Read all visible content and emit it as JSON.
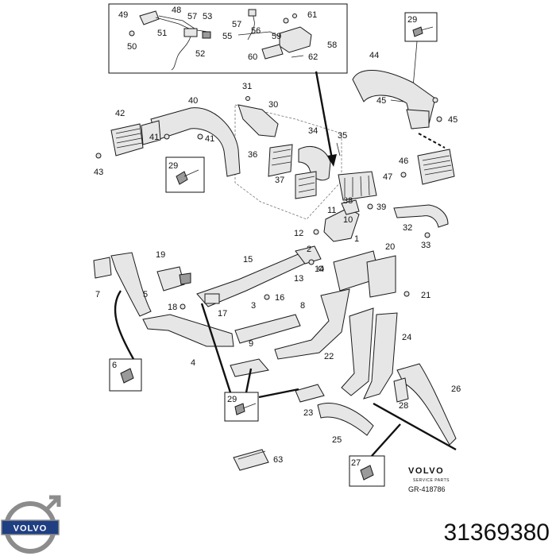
{
  "callouts": [
    {
      "id": "c49",
      "text": "49"
    },
    {
      "id": "c48",
      "text": "48"
    },
    {
      "id": "c57a",
      "text": "57"
    },
    {
      "id": "c53",
      "text": "53"
    },
    {
      "id": "c51",
      "text": "51"
    },
    {
      "id": "c50",
      "text": "50"
    },
    {
      "id": "c52",
      "text": "52"
    },
    {
      "id": "c57b",
      "text": "57"
    },
    {
      "id": "c56",
      "text": "56"
    },
    {
      "id": "c55",
      "text": "55"
    },
    {
      "id": "c59",
      "text": "59"
    },
    {
      "id": "c61",
      "text": "61"
    },
    {
      "id": "c58",
      "text": "58"
    },
    {
      "id": "c60",
      "text": "60"
    },
    {
      "id": "c62",
      "text": "62"
    },
    {
      "id": "c29a",
      "text": "29"
    },
    {
      "id": "c44",
      "text": "44"
    },
    {
      "id": "c45a",
      "text": "45"
    },
    {
      "id": "c45b",
      "text": "45"
    },
    {
      "id": "c31",
      "text": "31"
    },
    {
      "id": "c30",
      "text": "30"
    },
    {
      "id": "c42",
      "text": "42"
    },
    {
      "id": "c40",
      "text": "40"
    },
    {
      "id": "c41a",
      "text": "41"
    },
    {
      "id": "c41b",
      "text": "41"
    },
    {
      "id": "c43",
      "text": "43"
    },
    {
      "id": "c29b",
      "text": "29"
    },
    {
      "id": "c34",
      "text": "34"
    },
    {
      "id": "c35",
      "text": "35"
    },
    {
      "id": "c36",
      "text": "36"
    },
    {
      "id": "c37",
      "text": "37"
    },
    {
      "id": "c46",
      "text": "46"
    },
    {
      "id": "c47",
      "text": "47"
    },
    {
      "id": "c38",
      "text": "38"
    },
    {
      "id": "c39",
      "text": "39"
    },
    {
      "id": "c11",
      "text": "11"
    },
    {
      "id": "c10",
      "text": "10"
    },
    {
      "id": "c32",
      "text": "32"
    },
    {
      "id": "c33",
      "text": "33"
    },
    {
      "id": "c12",
      "text": "12"
    },
    {
      "id": "c1",
      "text": "1"
    },
    {
      "id": "c2",
      "text": "2"
    },
    {
      "id": "c20",
      "text": "20"
    },
    {
      "id": "c14",
      "text": "14"
    },
    {
      "id": "c15",
      "text": "15"
    },
    {
      "id": "c13",
      "text": "13"
    },
    {
      "id": "c19",
      "text": "19"
    },
    {
      "id": "c7",
      "text": "7"
    },
    {
      "id": "c5",
      "text": "5"
    },
    {
      "id": "c16",
      "text": "16"
    },
    {
      "id": "c17",
      "text": "17"
    },
    {
      "id": "c18",
      "text": "18"
    },
    {
      "id": "c3",
      "text": "3"
    },
    {
      "id": "c8",
      "text": "8"
    },
    {
      "id": "c21",
      "text": "21"
    },
    {
      "id": "c9",
      "text": "9"
    },
    {
      "id": "c24",
      "text": "24"
    },
    {
      "id": "c6",
      "text": "6"
    },
    {
      "id": "c4",
      "text": "4"
    },
    {
      "id": "c22",
      "text": "22"
    },
    {
      "id": "c26",
      "text": "26"
    },
    {
      "id": "c29c",
      "text": "29"
    },
    {
      "id": "c23",
      "text": "23"
    },
    {
      "id": "c28",
      "text": "28"
    },
    {
      "id": "c25",
      "text": "25"
    },
    {
      "id": "c63",
      "text": "63"
    },
    {
      "id": "c27",
      "text": "27"
    }
  ],
  "brand": {
    "logo_text": "VOLVO",
    "service_text": "SERVICE PARTS",
    "drawing_ref": "GR-418786",
    "corner_logo_text": "VOLVO"
  },
  "part_number": "31369380",
  "colors": {
    "line": "#1a1a1a",
    "part_fill": "#e6e6e6",
    "logo_blue": "#1f3f82",
    "logo_silver": "#8c8c8c"
  }
}
